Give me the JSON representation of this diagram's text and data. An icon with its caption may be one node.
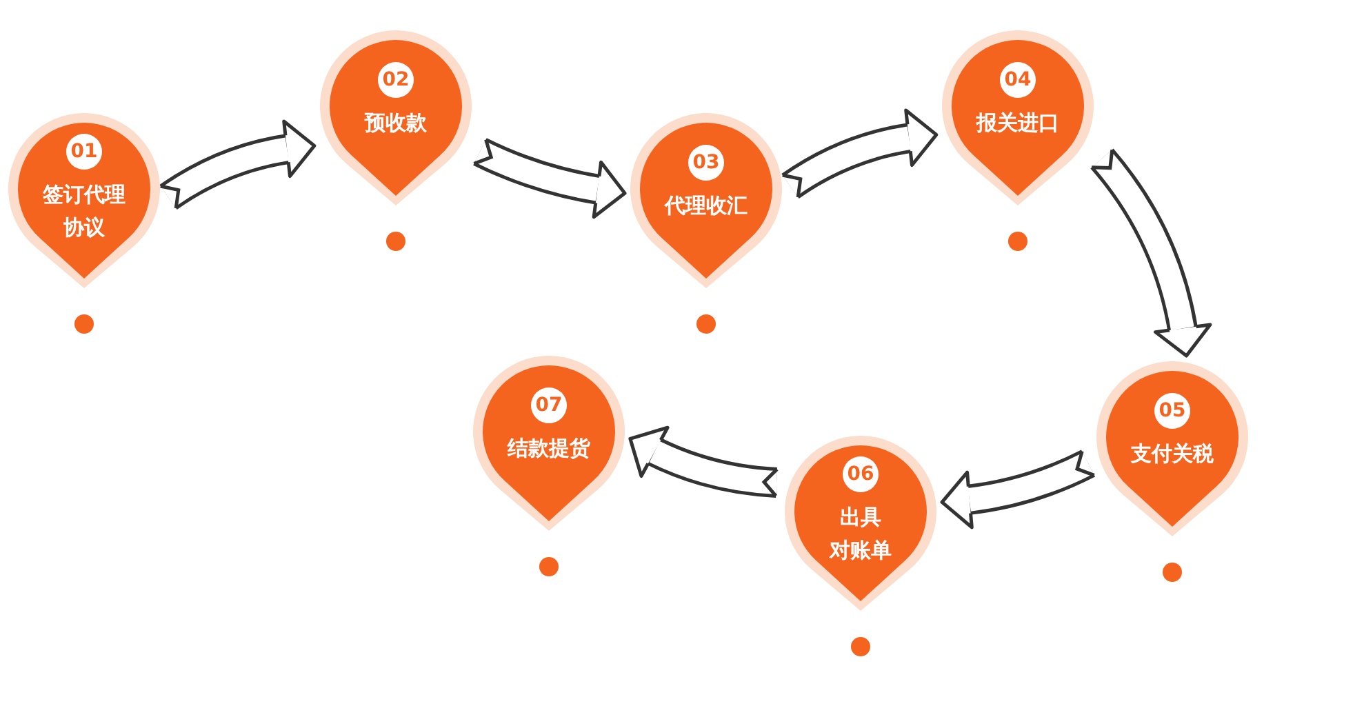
{
  "diagram": {
    "nodes": [
      {
        "text": [
          "01",
          "签订代理协议"
        ]
      },
      {
        "text": [
          "02",
          "预收款"
        ]
      },
      {
        "text": [
          "03",
          "代理收汇"
        ]
      },
      {
        "text": [
          "04",
          "报关进口"
        ]
      },
      {
        "text": [
          "05",
          "支付关税"
        ]
      },
      {
        "text": [
          "06",
          "出具对账单"
        ]
      },
      {
        "text": [
          "07",
          "结款提货"
        ]
      }
    ],
    "edges": [
      {
        "from": 0,
        "to": 1,
        "arrow": "to"
      },
      {
        "from": 1,
        "to": 2,
        "arrow": "to"
      },
      {
        "from": 2,
        "to": 3,
        "arrow": "to"
      },
      {
        "from": 3,
        "to": 4,
        "arrow": "to"
      },
      {
        "from": 4,
        "to": 5,
        "arrow": "to"
      },
      {
        "from": 5,
        "to": 6,
        "arrow": "to"
      }
    ]
  }
}
